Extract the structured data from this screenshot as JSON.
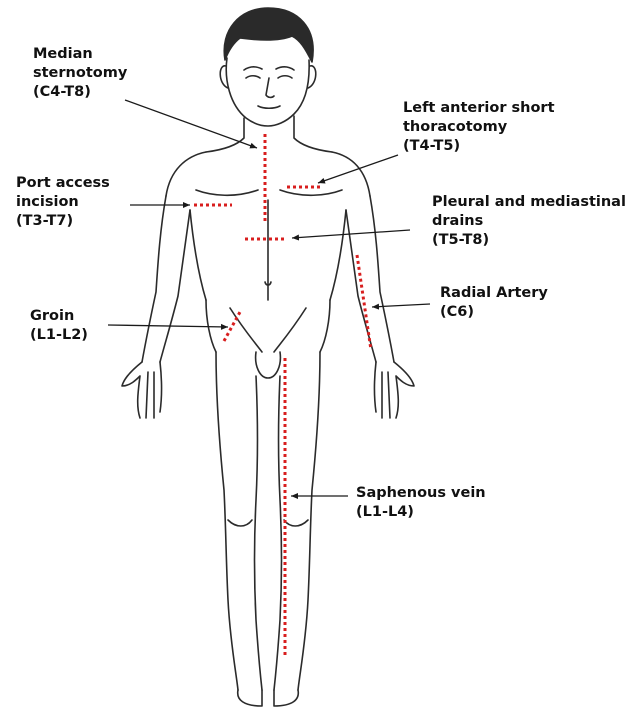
{
  "colors": {
    "outline": "#2b2b2b",
    "incision": "#d81e1e",
    "leader": "#1a1a1a",
    "hair": "#2a2a2a",
    "text": "#111111"
  },
  "labels": {
    "median_sternotomy": {
      "line1": "Median",
      "line2": "sternotomy",
      "line3": "(C4-T8)"
    },
    "left_anterior_short_thoracotomy": {
      "line1": "Left anterior short",
      "line2": "thoracotomy",
      "line3": "(T4-T5)"
    },
    "port_access_incision": {
      "line1": "Port access",
      "line2": "incision",
      "line3": "(T3-T7)"
    },
    "pleural_mediastinal_drains": {
      "line1": "Pleural and mediastinal",
      "line2": "drains",
      "line3": "(T5-T8)"
    },
    "radial_artery": {
      "line1": "Radial Artery",
      "line2": "(C6)"
    },
    "groin": {
      "line1": "Groin",
      "line2": "(L1-L2)"
    },
    "saphenous_vein": {
      "line1": "Saphenous vein",
      "line2": "(L1-L4)"
    }
  },
  "icons": [
    "human-body-outline",
    "arrow-leader"
  ]
}
